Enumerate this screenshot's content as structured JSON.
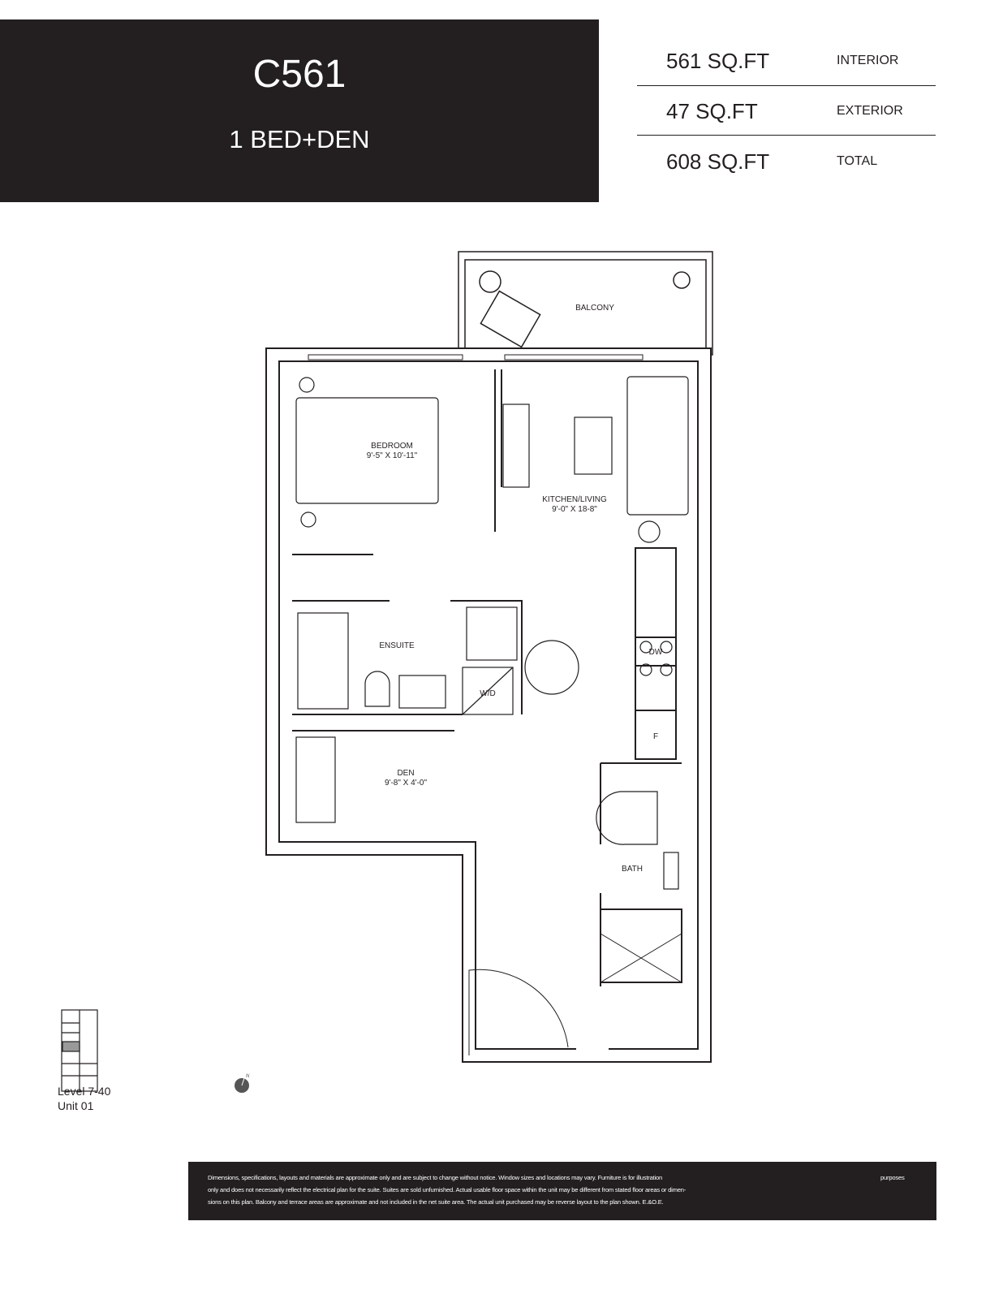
{
  "header": {
    "unit": "C561",
    "type": "1 BED+DEN"
  },
  "areas": [
    {
      "value": "561 SQ.FT",
      "label": "INTERIOR"
    },
    {
      "value": "47 SQ.FT",
      "label": "EXTERIOR"
    },
    {
      "value": "608 SQ.FT",
      "label": "TOTAL"
    }
  ],
  "rooms": {
    "balcony": "BALCONY",
    "bedroom": "BEDROOM",
    "bedroom_dim": "9'-5\" X 10'-11\"",
    "kitchen": "KITCHEN/LIVING",
    "kitchen_dim": "9'-0\" X 18-8\"",
    "ensuite": "ENSUITE",
    "wd": "W/D",
    "dw": "DW",
    "fridge": "F",
    "den": "DEN",
    "den_dim": "9'-8\" X 4'-0\"",
    "bath": "BATH"
  },
  "compass": "N",
  "key_plan": {
    "level": "Level 7-40",
    "unit": "Unit 01"
  },
  "disclaimer": {
    "line1": "Dimensions, specifications, layouts and materials are approximate only and are subject to change without notice. Window sizes and locations may vary. Furniture is for illustration",
    "purposes": "purposes",
    "line2": "only and does not necessarily reflect the electrical plan for the suite. Suites are sold unfurnished. Actual usable floor space within the unit may be different from stated floor areas or dimen-",
    "line3": "sions on this plan. Balcony and terrace areas are approximate and not included in the net suite area. The actual unit purchased may be reverse layout to the plan shown. E.&O.E."
  }
}
